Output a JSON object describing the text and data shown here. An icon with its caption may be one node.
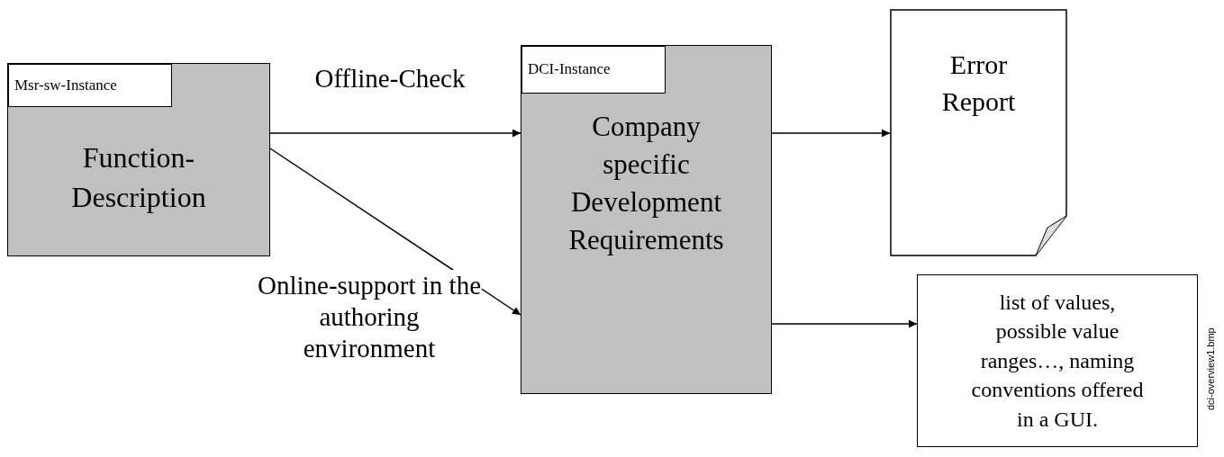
{
  "diagram": {
    "nodes": [
      {
        "text": [
          "Function-Description"
        ]
      },
      {
        "text": [
          "Msr-sw-Instance"
        ],
        "in": 0
      },
      {
        "text": [
          "Company specific Development Requirements"
        ]
      },
      {
        "text": [
          "DCI-Instance"
        ],
        "in": 2
      },
      {
        "text": [
          "Error Report"
        ]
      },
      {
        "text": [
          "list of values, possible value ranges…, naming conventions offered in a GUI."
        ]
      }
    ],
    "edges": [
      {
        "from": 0,
        "to": 2,
        "arrow": "to",
        "label": "Offline-Check"
      },
      {
        "from": 0,
        "to": 2,
        "arrow": "to",
        "label": "Online-support in the authoring environment"
      },
      {
        "from": 2,
        "to": 4,
        "arrow": "to"
      },
      {
        "from": 2,
        "to": 5,
        "arrow": "to"
      }
    ],
    "labels": [
      "dci-overview1.bmp"
    ]
  }
}
